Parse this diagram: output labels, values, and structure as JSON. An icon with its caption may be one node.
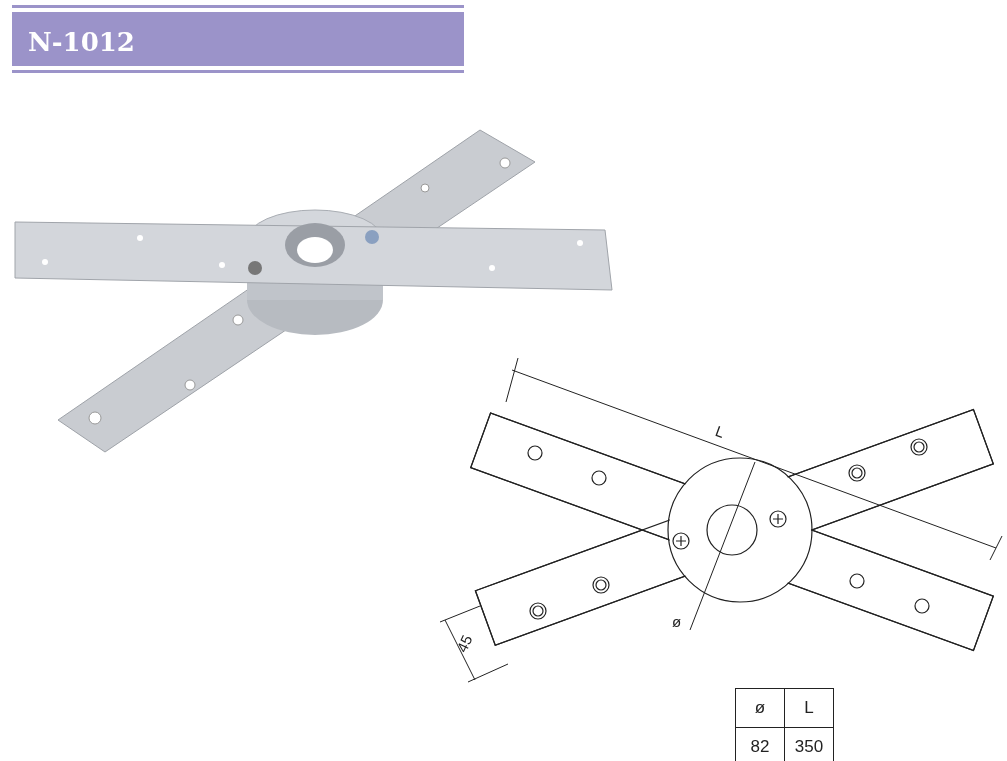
{
  "diagram": {
    "title": "N-1012",
    "labels": [
      "L",
      "ø",
      "45",
      "ø",
      "L",
      "82",
      "350"
    ]
  }
}
